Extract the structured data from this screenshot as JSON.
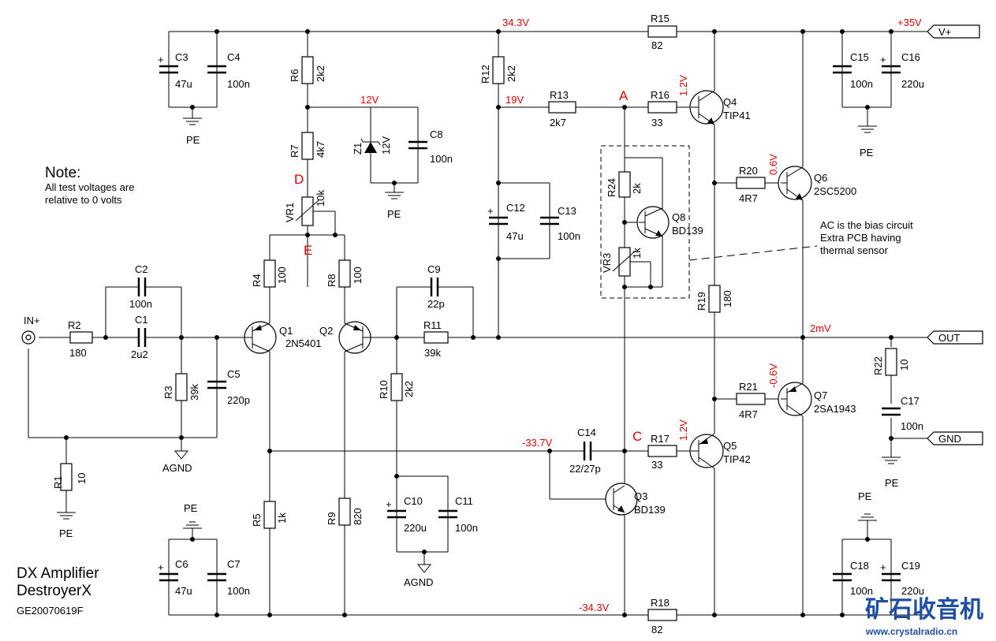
{
  "title": {
    "line1": "DX Amplifier",
    "line2": "DestroyerX",
    "code": "GE20070619F"
  },
  "note": {
    "heading": "Note:",
    "line1": "All test voltages are",
    "line2": "relative to 0 volts"
  },
  "bias_note": {
    "line1": "AC is the bias circuit",
    "line2": "Extra PCB having",
    "line3": "thermal sensor"
  },
  "voltages": {
    "rail_top": "34.3V",
    "z_12": "12V",
    "n19": "19V",
    "q4b": "1.2V",
    "q6b": "0.6V",
    "out": "2mV",
    "q7b": "-0.6V",
    "q5b": "1.2V",
    "neg33": "-33.7V",
    "rail_bot": "-34.3V",
    "pos35": "+35V"
  },
  "test_points": {
    "A": "A",
    "C": "C",
    "D": "D",
    "E": "E"
  },
  "ports": {
    "vplus": "V+",
    "out": "OUT",
    "gnd": "GND",
    "in": "IN+"
  },
  "grounds": {
    "pe": "PE",
    "agnd": "AGND"
  },
  "parts": {
    "R1": {
      "name": "R1",
      "value": "10"
    },
    "R2": {
      "name": "R2",
      "value": "180"
    },
    "R3": {
      "name": "R3",
      "value": "39k"
    },
    "R4": {
      "name": "R4",
      "value": "100"
    },
    "R5": {
      "name": "R5",
      "value": "1k"
    },
    "R6": {
      "name": "R6",
      "value": "2k2"
    },
    "R7": {
      "name": "R7",
      "value": "4k7"
    },
    "R8": {
      "name": "R8",
      "value": "100"
    },
    "R9": {
      "name": "R9",
      "value": "820"
    },
    "R10": {
      "name": "R10",
      "value": "2k2"
    },
    "R11": {
      "name": "R11",
      "value": "39k"
    },
    "R12": {
      "name": "R12",
      "value": "2k2"
    },
    "R13": {
      "name": "R13",
      "value": "2k7"
    },
    "R15": {
      "name": "R15",
      "value": "82"
    },
    "R16": {
      "name": "R16",
      "value": "33"
    },
    "R17": {
      "name": "R17",
      "value": "33"
    },
    "R18": {
      "name": "R18",
      "value": "82"
    },
    "R19": {
      "name": "R19",
      "value": "180"
    },
    "R20": {
      "name": "R20",
      "value": "4R7"
    },
    "R21": {
      "name": "R21",
      "value": "4R7"
    },
    "R22": {
      "name": "R22",
      "value": "10"
    },
    "R24": {
      "name": "R24",
      "value": "2k"
    },
    "VR1": {
      "name": "VR1",
      "value": "10k"
    },
    "VR3": {
      "name": "VR3",
      "value": "1k"
    },
    "C1": {
      "name": "C1",
      "value": "2u2"
    },
    "C2": {
      "name": "C2",
      "value": "100n"
    },
    "C3": {
      "name": "C3",
      "value": "47u"
    },
    "C4": {
      "name": "C4",
      "value": "100n"
    },
    "C5": {
      "name": "C5",
      "value": "220p"
    },
    "C6": {
      "name": "C6",
      "value": "47u"
    },
    "C7": {
      "name": "C7",
      "value": "100n"
    },
    "C8": {
      "name": "C8",
      "value": "100n"
    },
    "C9": {
      "name": "C9",
      "value": "22p"
    },
    "C10": {
      "name": "C10",
      "value": "220u"
    },
    "C11": {
      "name": "C11",
      "value": "100n"
    },
    "C12": {
      "name": "C12",
      "value": "47u"
    },
    "C13": {
      "name": "C13",
      "value": "100n"
    },
    "C14": {
      "name": "C14",
      "value": "22/27p"
    },
    "C15": {
      "name": "C15",
      "value": "100n"
    },
    "C16": {
      "name": "C16",
      "value": "220u"
    },
    "C17": {
      "name": "C17",
      "value": "100n"
    },
    "C18": {
      "name": "C18",
      "value": "100n"
    },
    "C19": {
      "name": "C19",
      "value": "220u"
    },
    "Z1": {
      "name": "Z1",
      "value": "12V"
    },
    "Q1": {
      "name": "Q1",
      "value": "2N5401"
    },
    "Q2": {
      "name": "Q2",
      "value": ""
    },
    "Q3": {
      "name": "Q3",
      "value": "BD139"
    },
    "Q4": {
      "name": "Q4",
      "value": "TIP41"
    },
    "Q5": {
      "name": "Q5",
      "value": "TIP42"
    },
    "Q6": {
      "name": "Q6",
      "value": "2SC5200"
    },
    "Q7": {
      "name": "Q7",
      "value": "2SA1943"
    },
    "Q8": {
      "name": "Q8",
      "value": "BD139"
    }
  },
  "watermark": {
    "cn": "矿石收音机",
    "url": "www.crystalradio.cn"
  }
}
